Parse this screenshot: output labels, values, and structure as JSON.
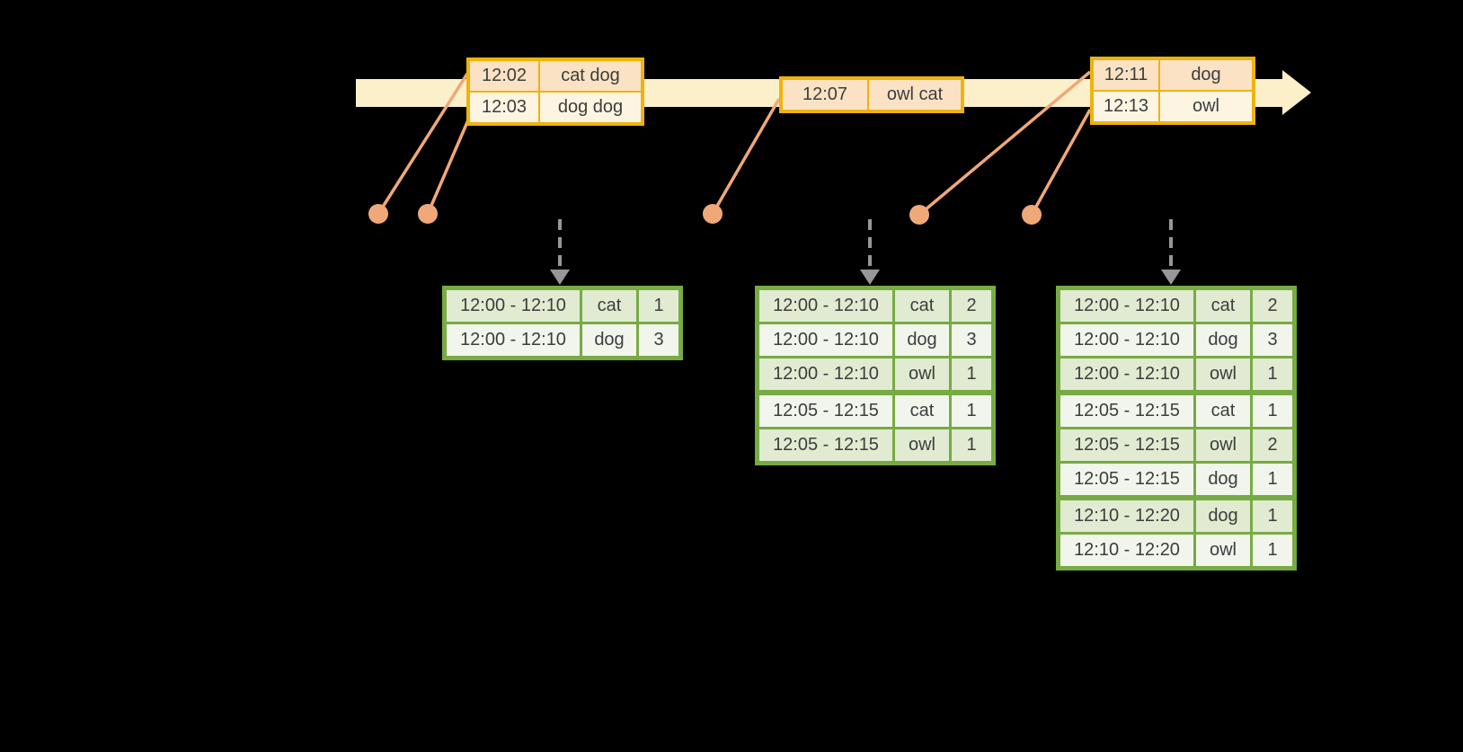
{
  "diagram": {
    "event_stream_tables": [
      {
        "rows": [
          {
            "time": "12:02",
            "words": "cat dog"
          },
          {
            "time": "12:03",
            "words": "dog dog"
          }
        ]
      },
      {
        "rows": [
          {
            "time": "12:07",
            "words": "owl cat"
          }
        ]
      },
      {
        "rows": [
          {
            "time": "12:11",
            "words": "dog"
          },
          {
            "time": "12:13",
            "words": "owl"
          }
        ]
      }
    ],
    "windowed_count_tables": [
      {
        "rows": [
          {
            "window": "12:00 - 12:10",
            "word": "cat",
            "count": "1"
          },
          {
            "window": "12:00 - 12:10",
            "word": "dog",
            "count": "3"
          }
        ]
      },
      {
        "rows": [
          {
            "window": "12:00 - 12:10",
            "word": "cat",
            "count": "2"
          },
          {
            "window": "12:00 - 12:10",
            "word": "dog",
            "count": "3"
          },
          {
            "window": "12:00 - 12:10",
            "word": "owl",
            "count": "1"
          },
          {
            "window": "12:05 - 12:15",
            "word": "cat",
            "count": "1"
          },
          {
            "window": "12:05 - 12:15",
            "word": "owl",
            "count": "1"
          }
        ]
      },
      {
        "rows": [
          {
            "window": "12:00 - 12:10",
            "word": "cat",
            "count": "2"
          },
          {
            "window": "12:00 - 12:10",
            "word": "dog",
            "count": "3"
          },
          {
            "window": "12:00 - 12:10",
            "word": "owl",
            "count": "1"
          },
          {
            "window": "12:05 - 12:15",
            "word": "cat",
            "count": "1"
          },
          {
            "window": "12:05 - 12:15",
            "word": "owl",
            "count": "2"
          },
          {
            "window": "12:05 - 12:15",
            "word": "dog",
            "count": "1"
          },
          {
            "window": "12:10 - 12:20",
            "word": "dog",
            "count": "1"
          },
          {
            "window": "12:10 - 12:20",
            "word": "owl",
            "count": "1"
          }
        ]
      }
    ]
  },
  "colors": {
    "background": "#000000",
    "band": "#fbf0c9",
    "gold": "#eeb30d",
    "peach": "#fbe2c4",
    "cream": "#fdf5e2",
    "orange": "#f0a878",
    "green": "#77ab43",
    "green-dark": "#e0ebd1",
    "green-light": "#f1f5ec",
    "gray": "#979797",
    "text": "#3d3d3d"
  }
}
